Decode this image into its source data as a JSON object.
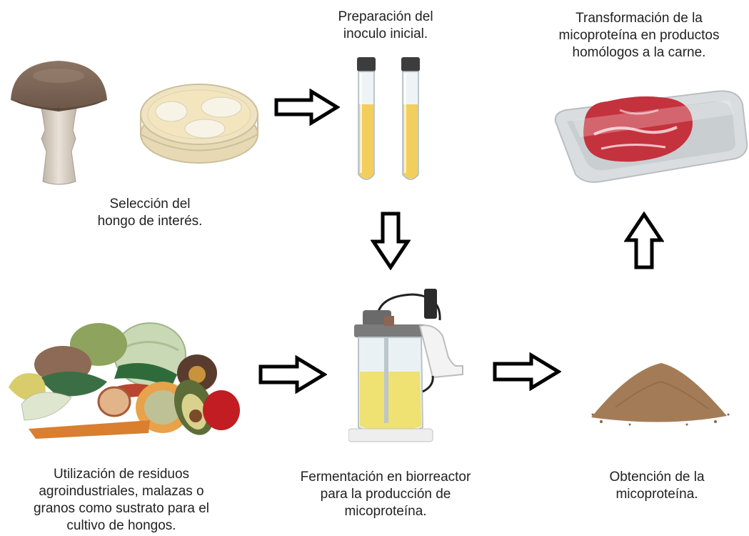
{
  "steps": {
    "seleccion": {
      "lines": [
        "Selección del",
        "hongo de interés."
      ]
    },
    "preparacion": {
      "lines": [
        "Preparación del",
        "inoculo inicial."
      ]
    },
    "transformacion": {
      "lines": [
        "Transformación de la",
        "micoproteína en productos",
        "homólogos a la carne."
      ]
    },
    "utilizacion": {
      "lines": [
        "Utilización de residuos",
        "agroindustriales, malazas o",
        "granos como sustrato para el",
        "cultivo de hongos."
      ]
    },
    "fermentacion": {
      "lines": [
        "Fermentación en biorreactor",
        "para la producción de",
        "micoproteína."
      ]
    },
    "obtencion": {
      "lines": [
        "Obtención de la",
        "micoproteína."
      ]
    }
  },
  "icons": [
    "mushroom-icon",
    "petri-dish-icon",
    "test-tubes-icon",
    "packaged-meat-icon",
    "vegetable-waste-icon",
    "bioreactor-icon",
    "powder-pile-icon"
  ],
  "arrows": [
    "right",
    "right",
    "right",
    "down",
    "up"
  ],
  "colors": {
    "arrow_stroke": "#000000",
    "arrow_fill": "#ffffff",
    "medium": "#f2cf5c",
    "meat": "#c4323e"
  }
}
